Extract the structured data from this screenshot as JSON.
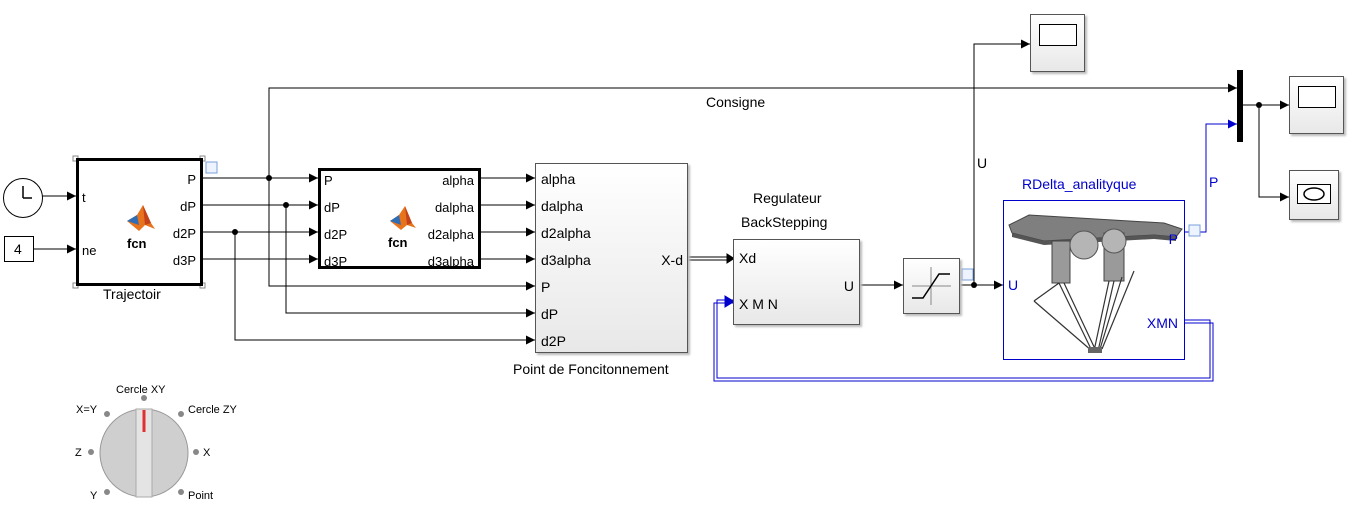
{
  "clock": {},
  "constant": {
    "value": "4"
  },
  "trajectoir": {
    "name": "Trajectoir",
    "fcn": "fcn",
    "inputs": [
      "t",
      "ne"
    ],
    "outputs": [
      "P",
      "dP",
      "d2P",
      "d3P"
    ]
  },
  "fcn2": {
    "fcn": "fcn",
    "inputs": [
      "P",
      "dP",
      "d2P",
      "d3P"
    ],
    "outputs": [
      "alpha",
      "dalpha",
      "d2alpha",
      "d3alpha"
    ]
  },
  "point": {
    "name": "Point de Foncitonnement",
    "inputs": [
      "alpha",
      "dalpha",
      "d2alpha",
      "d3alpha",
      "P",
      "dP",
      "d2P"
    ],
    "output": "X-d"
  },
  "regulateur": {
    "name_line1": "Regulateur",
    "name_line2": "BackStepping",
    "in1": "Xd",
    "in2": "X M N",
    "out": "U"
  },
  "robot": {
    "name": "RDelta_analityque",
    "in": "U",
    "out1": "P",
    "out2": "XMN"
  },
  "signals": {
    "consigne": "Consigne",
    "u": "U",
    "p": "P"
  },
  "switch": {
    "positions": [
      "Cercle XY",
      "Cercle ZY",
      "X",
      "Point",
      "Y",
      "Z",
      "X=Y"
    ],
    "selected": "Cercle XY",
    "pointer_color": "#e03030"
  },
  "colors": {
    "blue": "#0000cc",
    "wire": "#000000"
  }
}
